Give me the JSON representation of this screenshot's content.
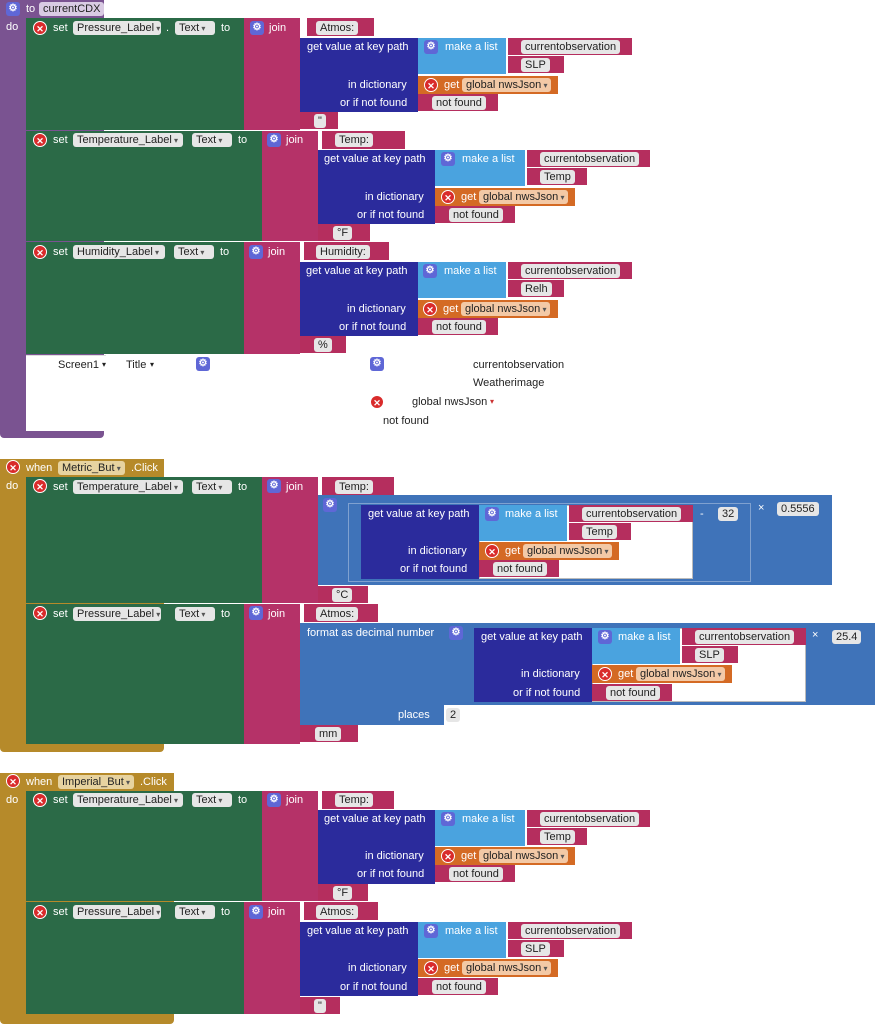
{
  "proc": {
    "to_label": "to",
    "name": "currentCDX",
    "do_label": "do"
  },
  "kw": {
    "set": "set",
    "to": "to",
    "join": "join",
    "get_value": "get value at key path",
    "make_list": "make a list",
    "in_dict": "in dictionary",
    "or_not_found": "or if not found",
    "get": "get",
    "when": "when",
    "click": ".Click",
    "do": "do",
    "format_decimal": "format as decimal number",
    "places": "places"
  },
  "components": {
    "pressure": "Pressure_Label",
    "temperature": "Temperature_Label",
    "humidity": "Humidity_Label",
    "text_prop": "Text"
  },
  "strings": {
    "atmos": "Atmos:",
    "temp": "Temp:",
    "humidity": "Humidity:",
    "currentobservation": "currentobservation",
    "slp": "SLP",
    "temp_key": "Temp",
    "relh": "Relh",
    "not_found": "not found",
    "global_var": "global nwsJson",
    "unit_inch": "\"",
    "unit_f": "°F",
    "unit_pct": "%",
    "unit_c": "°C",
    "unit_mm": "mm"
  },
  "ghost": {
    "screen": "Screen1",
    "title": "Title",
    "currentobservation": "currentobservation",
    "weatherimage": "Weatherimage",
    "global": "global nwsJson",
    "not_found": "not found"
  },
  "events": {
    "metric": "Metric_But",
    "imperial": "Imperial_But"
  },
  "math": {
    "minus": "-",
    "times": "×",
    "n32": "32",
    "n5556": "0.5556",
    "n254": "25.4",
    "n2": "2"
  },
  "colors": {
    "procedure": "#7a5391",
    "set": "#2b6a47",
    "text": "#b53268",
    "dict": "#2b2b9c",
    "list": "#4aa3df",
    "math": "#3f73b9",
    "variable": "#d46a24",
    "event": "#b68a2a"
  }
}
